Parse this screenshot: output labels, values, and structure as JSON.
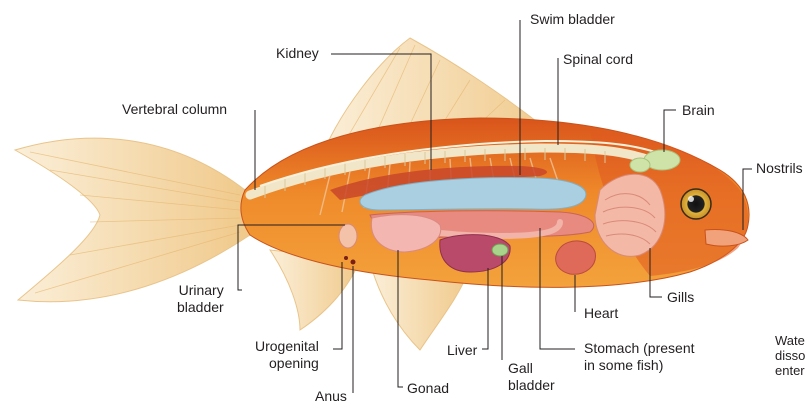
{
  "labels": {
    "swim_bladder": "Swim bladder",
    "kidney": "Kidney",
    "spinal_cord": "Spinal cord",
    "vertebral_column": "Vertebral column",
    "brain": "Brain",
    "nostrils": "Nostrils",
    "urinary_bladder": "Urinary\nbladder",
    "gills": "Gills",
    "heart": "Heart",
    "urogenital_opening": "Urogenital\nopening",
    "liver": "Liver",
    "stomach": "Stomach (present\nin some fish)",
    "anus": "Anus",
    "gonad": "Gonad",
    "gall_bladder": "Gall\nbladder",
    "side_note": "Wate\ndisso\nenter"
  },
  "colors": {
    "body_orange": "#e8731f",
    "fin": "#f3d9a6",
    "swim_bladder": "#a9cfe0",
    "gills": "#f4b8a6",
    "organ_pink": "#e88a80",
    "brain": "#cfe3a8",
    "liver": "#b94a6a",
    "leader": "#231f20"
  }
}
